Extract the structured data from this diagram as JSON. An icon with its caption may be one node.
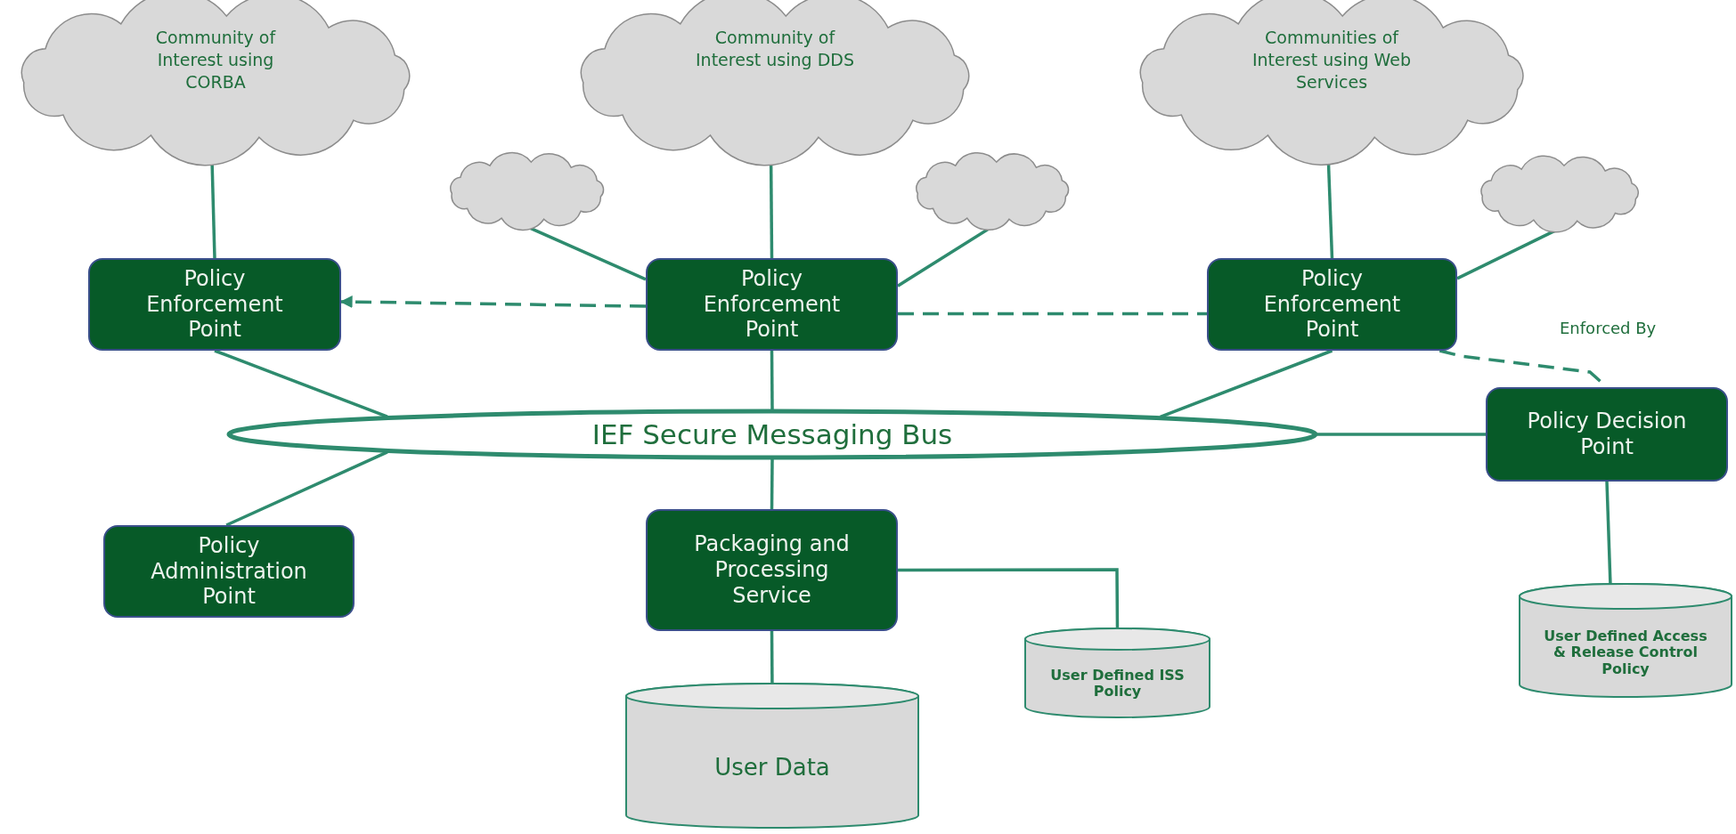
{
  "diagram": {
    "nodes": [
      {
        "text": [
          "Community of Interest using CORBA"
        ]
      },
      {
        "text": [
          "Community of Interest using DDS"
        ]
      },
      {
        "text": [
          "Communities of Interest using Web Services"
        ]
      },
      {
        "text": [],
        "shape": "cloud"
      },
      {
        "text": [],
        "shape": "cloud"
      },
      {
        "text": [],
        "shape": "cloud"
      },
      {
        "text": [
          "Policy Enforcement Point"
        ]
      },
      {
        "text": [
          "Policy Enforcement Point"
        ]
      },
      {
        "text": [
          "Policy Enforcement Point"
        ]
      },
      {
        "text": [
          "IEF Secure Messaging Bus"
        ]
      },
      {
        "text": [
          "Policy Decision Point"
        ]
      },
      {
        "text": [
          "Policy Administration Point"
        ]
      },
      {
        "text": [
          "Packaging and Processing Service"
        ]
      },
      {
        "text": [
          "User Defined ISS Policy"
        ]
      },
      {
        "text": [
          "User Data"
        ]
      },
      {
        "text": [
          "User Defined Access & Release Control Policy"
        ]
      }
    ],
    "edges": [
      {
        "from": 0,
        "to": 6,
        "arrow": "none"
      },
      {
        "from": 1,
        "to": 7,
        "arrow": "none"
      },
      {
        "from": 2,
        "to": 8,
        "arrow": "none"
      },
      {
        "from": 3,
        "to": 7,
        "arrow": "none"
      },
      {
        "from": 4,
        "to": 7,
        "arrow": "none"
      },
      {
        "from": 5,
        "to": 8,
        "arrow": "none"
      },
      {
        "from": 6,
        "to": 9,
        "arrow": "none"
      },
      {
        "from": 7,
        "to": 9,
        "arrow": "none"
      },
      {
        "from": 8,
        "to": 9,
        "arrow": "none"
      },
      {
        "from": 9,
        "to": 10,
        "arrow": "none"
      },
      {
        "from": 9,
        "to": 11,
        "arrow": "none"
      },
      {
        "from": 9,
        "to": 12,
        "arrow": "none"
      },
      {
        "from": 12,
        "to": 13,
        "arrow": "none"
      },
      {
        "from": 12,
        "to": 14,
        "arrow": "none"
      },
      {
        "from": 10,
        "to": 15,
        "arrow": "none"
      },
      {
        "from": 7,
        "to": 6,
        "arrow": "to",
        "style": "dashed"
      },
      {
        "from": 7,
        "to": 8,
        "arrow": "none",
        "style": "dashed"
      },
      {
        "from": 8,
        "to": 10,
        "arrow": "none",
        "style": "dashed",
        "label": "Enforced By"
      }
    ]
  }
}
